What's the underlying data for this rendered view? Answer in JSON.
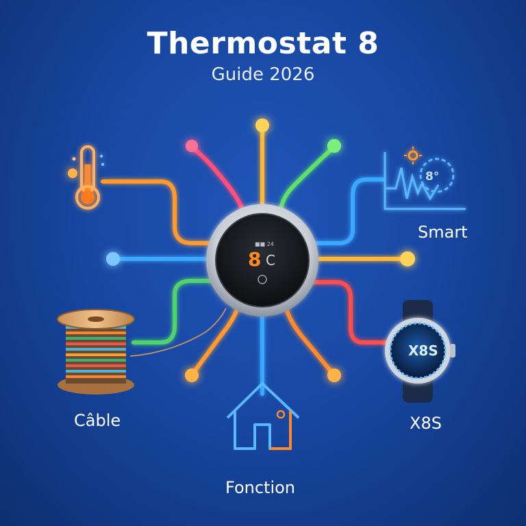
{
  "header": {
    "title": "Thermostat 8",
    "subtitle": "Guide 2026"
  },
  "hub": {
    "display_value": "8",
    "display_unit": "C",
    "display_top": "■■ 24",
    "icon": "leaf-icon"
  },
  "nodes": {
    "smart": {
      "label": "Smart",
      "icon": "heartbeat-chart-icon",
      "display": "8°"
    },
    "cable": {
      "label": "Câble",
      "icon": "cable-spool-icon"
    },
    "watch": {
      "label": "X8S",
      "icon": "smartwatch-icon",
      "display": "X8S"
    },
    "function": {
      "label": "Fonction",
      "icon": "house-sun-icon"
    },
    "temperature": {
      "icon": "thermometer-icon"
    }
  },
  "colors": {
    "orange": "#ff9a2e",
    "yellow": "#ffc83a",
    "green": "#5fe06a",
    "blue": "#3aa8ff",
    "red": "#ff4d4d",
    "pink": "#ff4f7a"
  }
}
